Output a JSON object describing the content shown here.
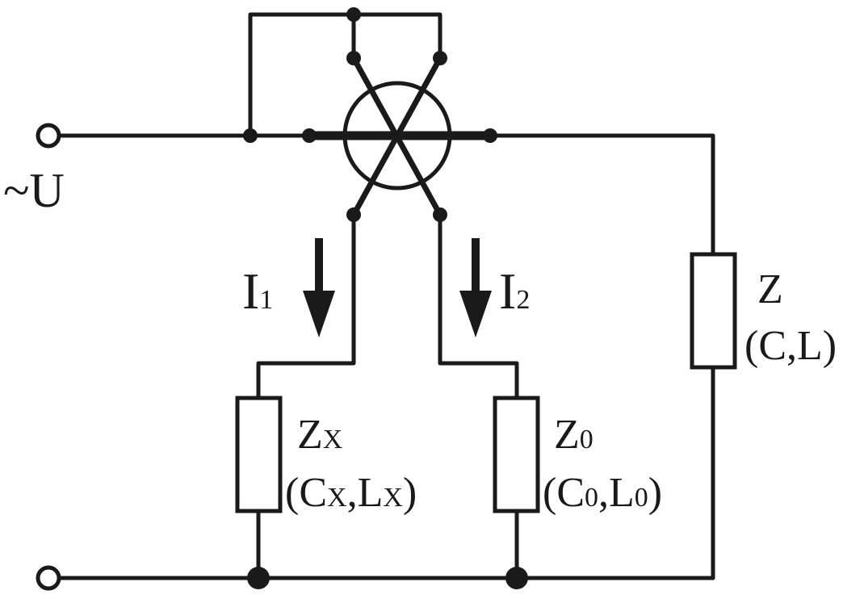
{
  "source_label": {
    "symbol": "~",
    "letter": "U"
  },
  "current_1": {
    "main": "I",
    "sub": "1"
  },
  "current_2": {
    "main": "I",
    "sub": "2"
  },
  "impedance_z": {
    "name": "Z",
    "detail": "(C,L)"
  },
  "impedance_zx": {
    "name_main": "Z",
    "name_sub": "X",
    "open": "(",
    "c": "C",
    "c_sub": "X",
    "sep": ",",
    "l": "L",
    "l_sub": "X",
    "close": ")"
  },
  "impedance_z0": {
    "name_main": "Z",
    "name_sub": "0",
    "open": "(",
    "c": "C",
    "c_sub": "0",
    "sep": ",",
    "l": "L",
    "l_sub": "0",
    "close": ")"
  },
  "colors": {
    "line": "#1a1a1a",
    "background": "#ffffff"
  }
}
